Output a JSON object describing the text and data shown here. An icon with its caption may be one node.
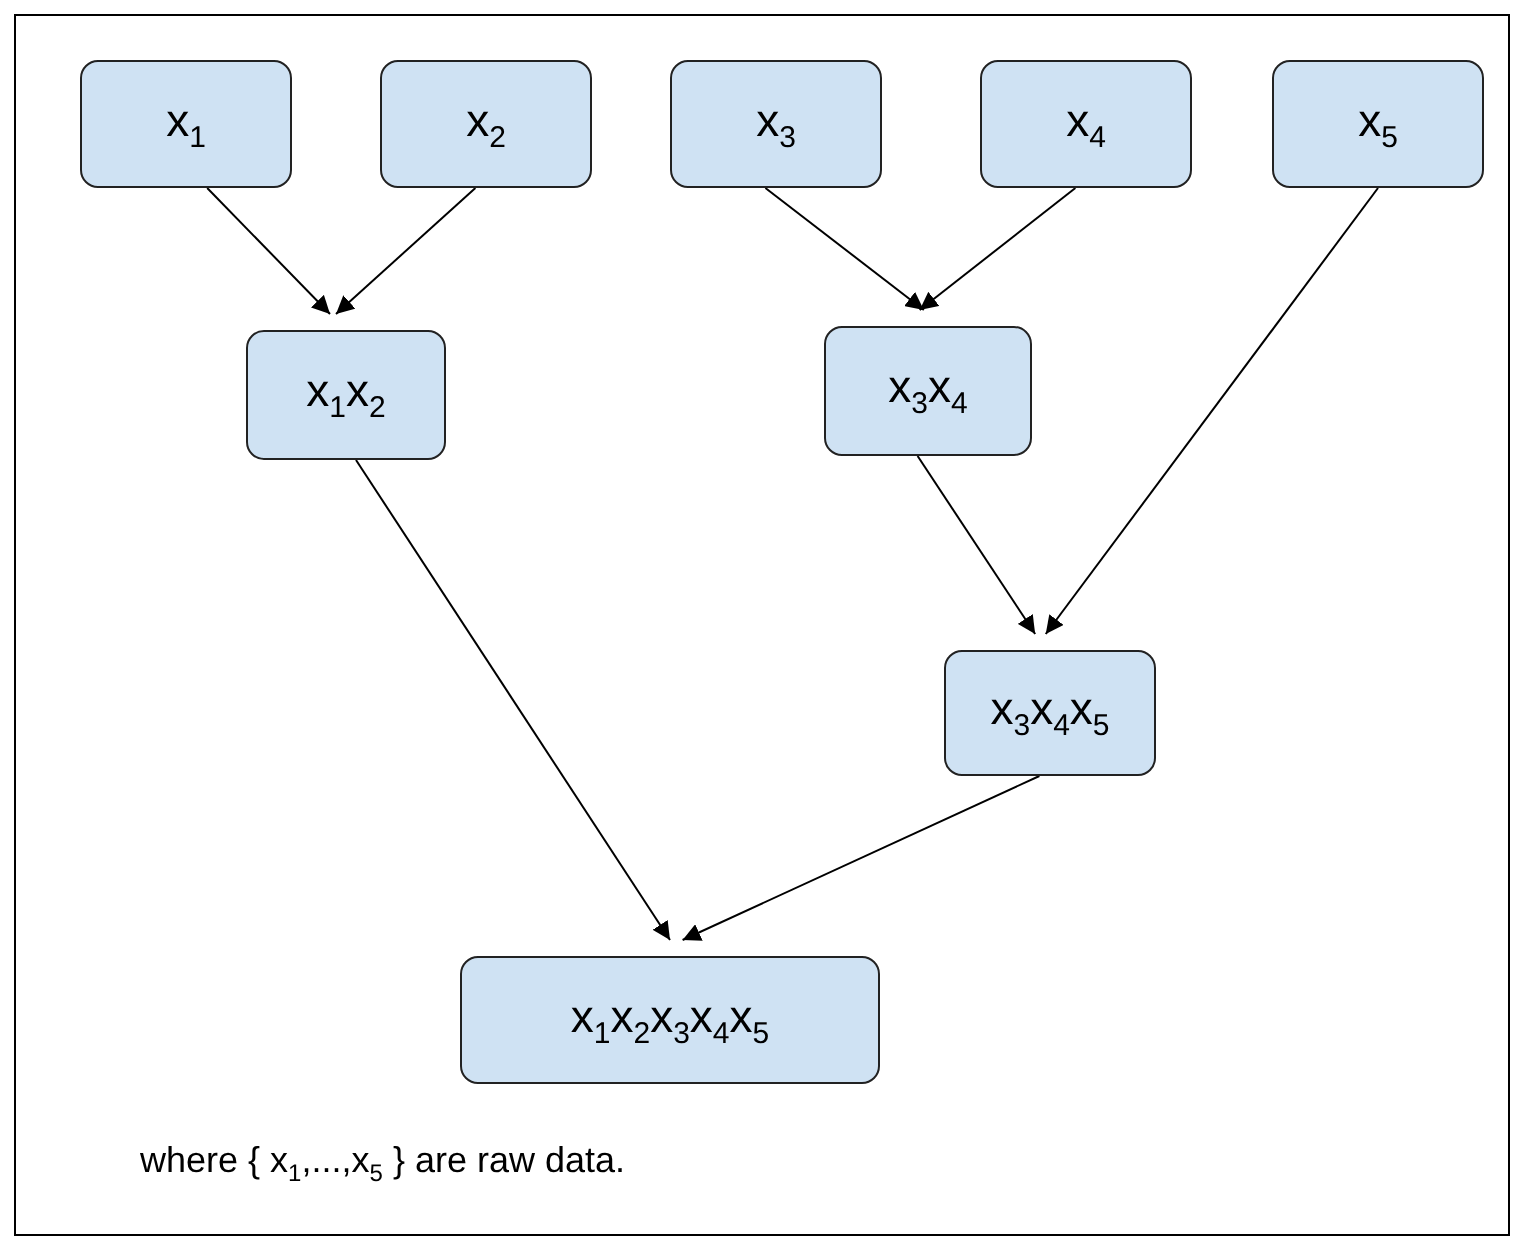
{
  "diagram": {
    "nodes": [
      {
        "text": [
          "x$_{1}$"
        ]
      },
      {
        "text": [
          "x$_{2}$"
        ]
      },
      {
        "text": [
          "x$_{3}$"
        ]
      },
      {
        "text": [
          "x$_{4}$"
        ]
      },
      {
        "text": [
          "x$_{5}$"
        ]
      },
      {
        "text": [
          "x$_{1}$x$_{2}$"
        ]
      },
      {
        "text": [
          "x$_{3}$x$_{4}$"
        ]
      },
      {
        "text": [
          "x$_{3}$x$_{4}$x$_{5}$"
        ]
      },
      {
        "text": [
          "x$_{1}$x$_{2}$x$_{3}$x$_{4}$x$_{5}$"
        ]
      }
    ],
    "edges": [
      {
        "from": 0,
        "to": 5,
        "arrow": "to"
      },
      {
        "from": 1,
        "to": 5,
        "arrow": "to"
      },
      {
        "from": 2,
        "to": 6,
        "arrow": "to"
      },
      {
        "from": 3,
        "to": 6,
        "arrow": "to"
      },
      {
        "from": 6,
        "to": 7,
        "arrow": "to"
      },
      {
        "from": 4,
        "to": 7,
        "arrow": "to"
      },
      {
        "from": 5,
        "to": 8,
        "arrow": "to"
      },
      {
        "from": 7,
        "to": 8,
        "arrow": "to"
      }
    ],
    "labels": [
      "where { x$_{1}$,...,x$_{5}$ } are raw data."
    ]
  }
}
